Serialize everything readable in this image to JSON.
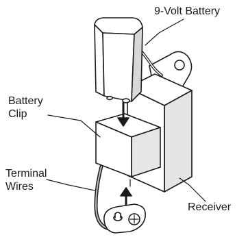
{
  "labels": {
    "battery": "9-Volt Battery",
    "clip": "Battery\nClip",
    "wires": "Terminal\nWires",
    "receiver": "Receiver"
  }
}
